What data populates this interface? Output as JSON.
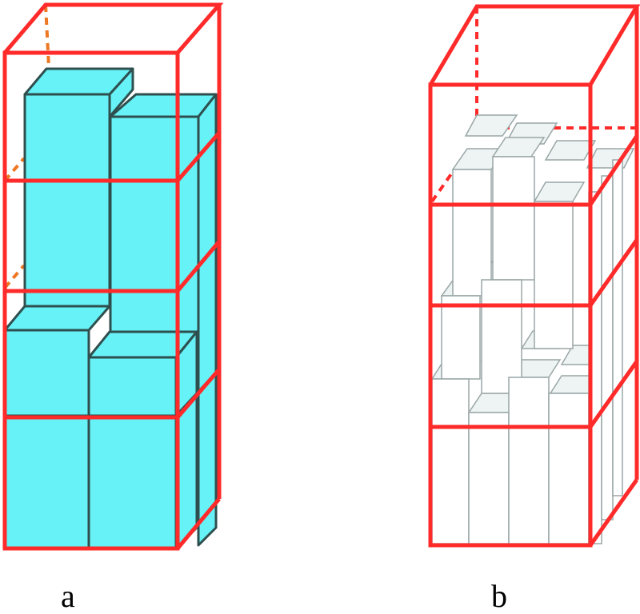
{
  "panels": [
    {
      "id": "a",
      "label": "a"
    },
    {
      "id": "b",
      "label": "b"
    }
  ],
  "colors": {
    "frame": "#ff2a2a",
    "hidden_edge_a": "#ee7722",
    "hidden_edge_b": "#ff2a2a",
    "block_fill_a": "#66f2f6",
    "block_stroke_a": "#2f4f4f",
    "block_fill_b": "#ffffff",
    "block_top_b": "#eef3f3",
    "block_stroke_b": "#9aa6a6"
  }
}
